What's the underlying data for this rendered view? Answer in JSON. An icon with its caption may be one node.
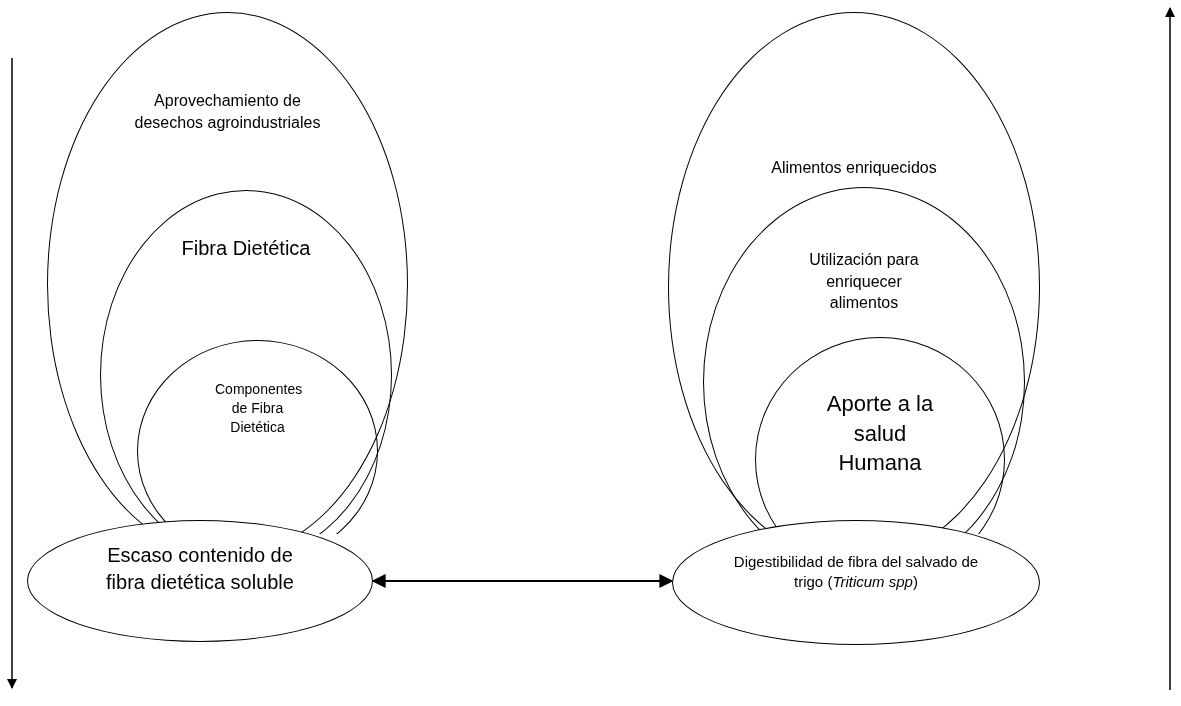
{
  "diagram": {
    "nodes": [
      {
        "text": [
          "Aprovechamiento de desechos agroindustriales"
        ]
      },
      {
        "text": [
          "Fibra Dietética"
        ],
        "in": 0
      },
      {
        "text": [
          "Componentes de Fibra Dietética"
        ],
        "in": 1
      },
      {
        "text": [
          "Escaso contenido de fibra dietética soluble"
        ]
      },
      {
        "text": [
          "Alimentos enriquecidos"
        ]
      },
      {
        "text": [
          "Utilización para enriquecer alimentos"
        ],
        "in": 4
      },
      {
        "text": [
          "Aporte a la salud Humana"
        ],
        "in": 5
      },
      {
        "text": [
          "Digestibilidad de fibra del salvado de trigo (*Triticum spp*)"
        ]
      }
    ],
    "edges": [
      {
        "from": 3,
        "to": 7,
        "arrow": "both"
      }
    ]
  }
}
